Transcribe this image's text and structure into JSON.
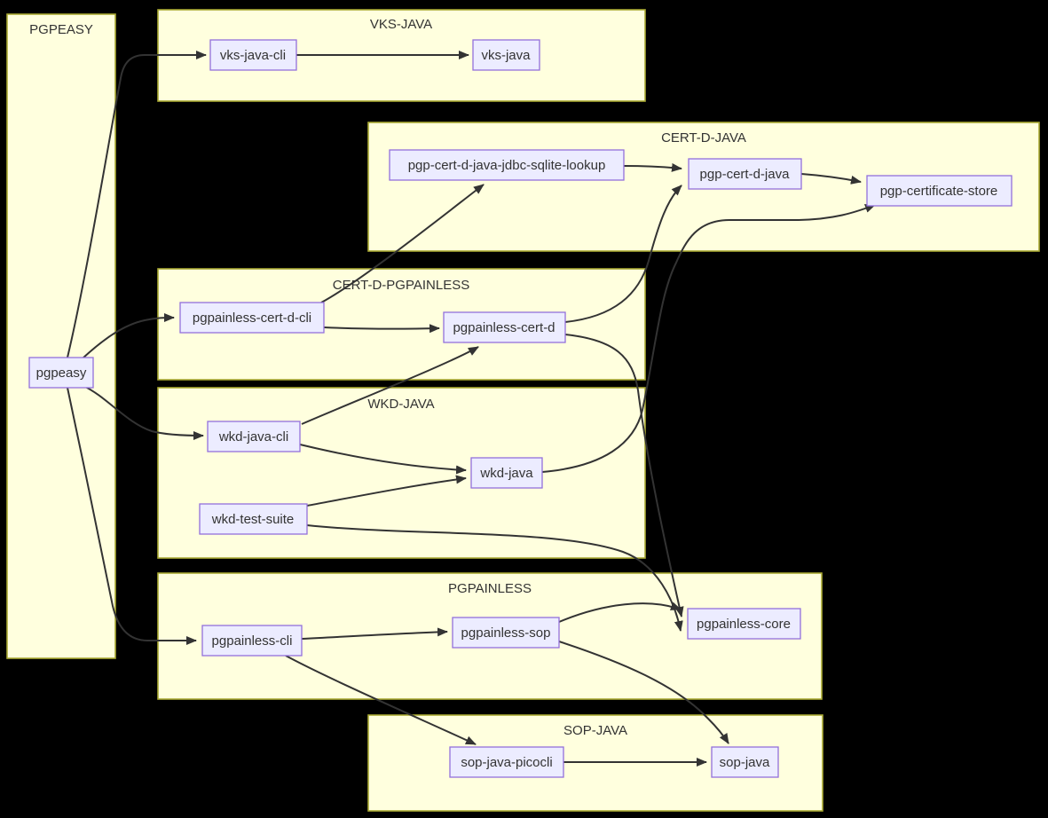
{
  "diagram": {
    "type": "flowchart-left-to-right",
    "background": "#000000",
    "palette": {
      "cluster_fill": "#ffffde",
      "cluster_border": "#aaaa33",
      "node_fill": "#ececff",
      "node_border": "#9370db",
      "edge_color": "#333333",
      "text_color": "#333333"
    },
    "clusters": [
      {
        "id": "pgpeasy-group",
        "label": "PGPEASY"
      },
      {
        "id": "vks-java-group",
        "label": "VKS-JAVA"
      },
      {
        "id": "cert-d-java-group",
        "label": "CERT-D-JAVA"
      },
      {
        "id": "cert-d-pgpainless-group",
        "label": "CERT-D-PGPAINLESS"
      },
      {
        "id": "wkd-java-group",
        "label": "WKD-JAVA"
      },
      {
        "id": "pgpainless-group",
        "label": "PGPAINLESS"
      },
      {
        "id": "sop-java-group",
        "label": "SOP-JAVA"
      }
    ],
    "nodes": [
      {
        "id": "pgpeasy",
        "label": "pgpeasy",
        "cluster": "PGPEASY"
      },
      {
        "id": "vks-java-cli",
        "label": "vks-java-cli",
        "cluster": "VKS-JAVA"
      },
      {
        "id": "vks-java",
        "label": "vks-java",
        "cluster": "VKS-JAVA"
      },
      {
        "id": "pgp-cert-d-java-jdbc-sqlite-lookup",
        "label": "pgp-cert-d-java-jdbc-sqlite-lookup",
        "cluster": "CERT-D-JAVA"
      },
      {
        "id": "pgp-cert-d-java",
        "label": "pgp-cert-d-java",
        "cluster": "CERT-D-JAVA"
      },
      {
        "id": "pgp-certificate-store",
        "label": "pgp-certificate-store",
        "cluster": "CERT-D-JAVA"
      },
      {
        "id": "pgpainless-cert-d-cli",
        "label": "pgpainless-cert-d-cli",
        "cluster": "CERT-D-PGPAINLESS"
      },
      {
        "id": "pgpainless-cert-d",
        "label": "pgpainless-cert-d",
        "cluster": "CERT-D-PGPAINLESS"
      },
      {
        "id": "wkd-java-cli",
        "label": "wkd-java-cli",
        "cluster": "WKD-JAVA"
      },
      {
        "id": "wkd-java",
        "label": "wkd-java",
        "cluster": "WKD-JAVA"
      },
      {
        "id": "wkd-test-suite",
        "label": "wkd-test-suite",
        "cluster": "WKD-JAVA"
      },
      {
        "id": "pgpainless-cli",
        "label": "pgpainless-cli",
        "cluster": "PGPAINLESS"
      },
      {
        "id": "pgpainless-sop",
        "label": "pgpainless-sop",
        "cluster": "PGPAINLESS"
      },
      {
        "id": "pgpainless-core",
        "label": "pgpainless-core",
        "cluster": "PGPAINLESS"
      },
      {
        "id": "sop-java-picocli",
        "label": "sop-java-picocli",
        "cluster": "SOP-JAVA"
      },
      {
        "id": "sop-java",
        "label": "sop-java",
        "cluster": "SOP-JAVA"
      }
    ],
    "edges": [
      {
        "from": "pgpeasy",
        "to": "vks-java-cli"
      },
      {
        "from": "pgpeasy",
        "to": "pgpainless-cert-d-cli"
      },
      {
        "from": "pgpeasy",
        "to": "wkd-java-cli"
      },
      {
        "from": "pgpeasy",
        "to": "pgpainless-cli"
      },
      {
        "from": "vks-java-cli",
        "to": "vks-java"
      },
      {
        "from": "pgp-cert-d-java-jdbc-sqlite-lookup",
        "to": "pgp-cert-d-java"
      },
      {
        "from": "pgp-cert-d-java",
        "to": "pgp-certificate-store"
      },
      {
        "from": "pgpainless-cert-d-cli",
        "to": "pgp-cert-d-java-jdbc-sqlite-lookup"
      },
      {
        "from": "pgpainless-cert-d-cli",
        "to": "pgpainless-cert-d"
      },
      {
        "from": "wkd-java-cli",
        "to": "pgpainless-cert-d"
      },
      {
        "from": "pgpainless-cert-d",
        "to": "pgp-cert-d-java"
      },
      {
        "from": "pgpainless-cert-d",
        "to": "pgpainless-core"
      },
      {
        "from": "wkd-java-cli",
        "to": "wkd-java"
      },
      {
        "from": "wkd-test-suite",
        "to": "wkd-java"
      },
      {
        "from": "wkd-java",
        "to": "pgp-certificate-store"
      },
      {
        "from": "wkd-test-suite",
        "to": "pgpainless-core"
      },
      {
        "from": "pgpainless-cli",
        "to": "pgpainless-sop"
      },
      {
        "from": "pgpainless-cli",
        "to": "sop-java-picocli"
      },
      {
        "from": "pgpainless-sop",
        "to": "pgpainless-core"
      },
      {
        "from": "pgpainless-sop",
        "to": "sop-java"
      },
      {
        "from": "sop-java-picocli",
        "to": "sop-java"
      }
    ]
  }
}
